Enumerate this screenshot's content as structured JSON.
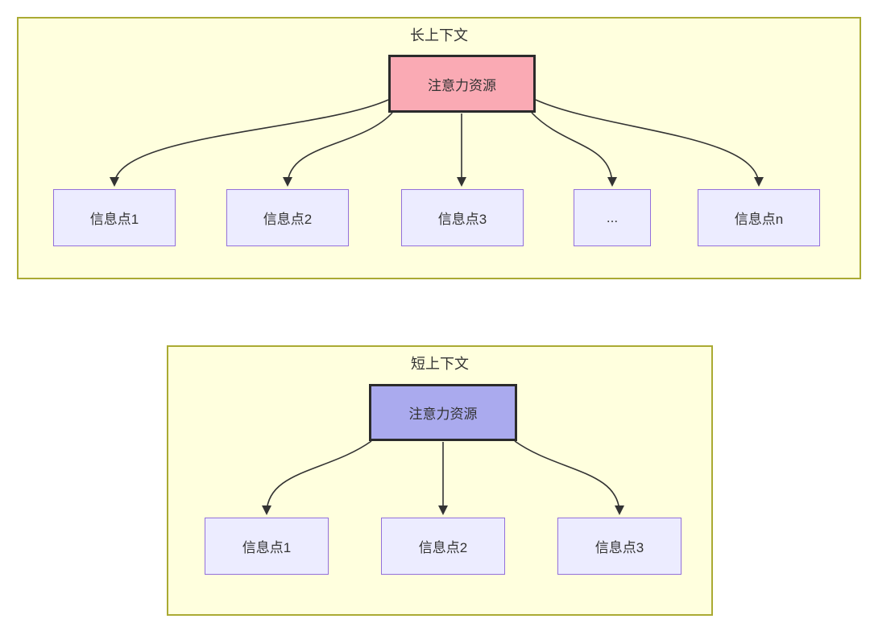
{
  "diagram": {
    "kind": "flowchart",
    "clusters": [
      {
        "id": "long-context",
        "title": "长上下文",
        "root": {
          "label": "注意力资源",
          "fill": "#faaab4"
        },
        "children": [
          {
            "label": "信息点1"
          },
          {
            "label": "信息点2"
          },
          {
            "label": "信息点3"
          },
          {
            "label": "..."
          },
          {
            "label": "信息点n"
          }
        ]
      },
      {
        "id": "short-context",
        "title": "短上下文",
        "root": {
          "label": "注意力资源",
          "fill": "#aaaaee"
        },
        "children": [
          {
            "label": "信息点1"
          },
          {
            "label": "信息点2"
          },
          {
            "label": "信息点3"
          }
        ]
      }
    ],
    "colors": {
      "cluster_fill": "#ffffde",
      "cluster_border": "#aaaa33",
      "node_fill": "#ececff",
      "node_border": "#9370db",
      "root_long_fill": "#faaab4",
      "root_short_fill": "#aaaaee",
      "root_border": "#2b2b2b",
      "edge": "#333333",
      "text": "#333333",
      "page_background": "#ffffff"
    }
  }
}
